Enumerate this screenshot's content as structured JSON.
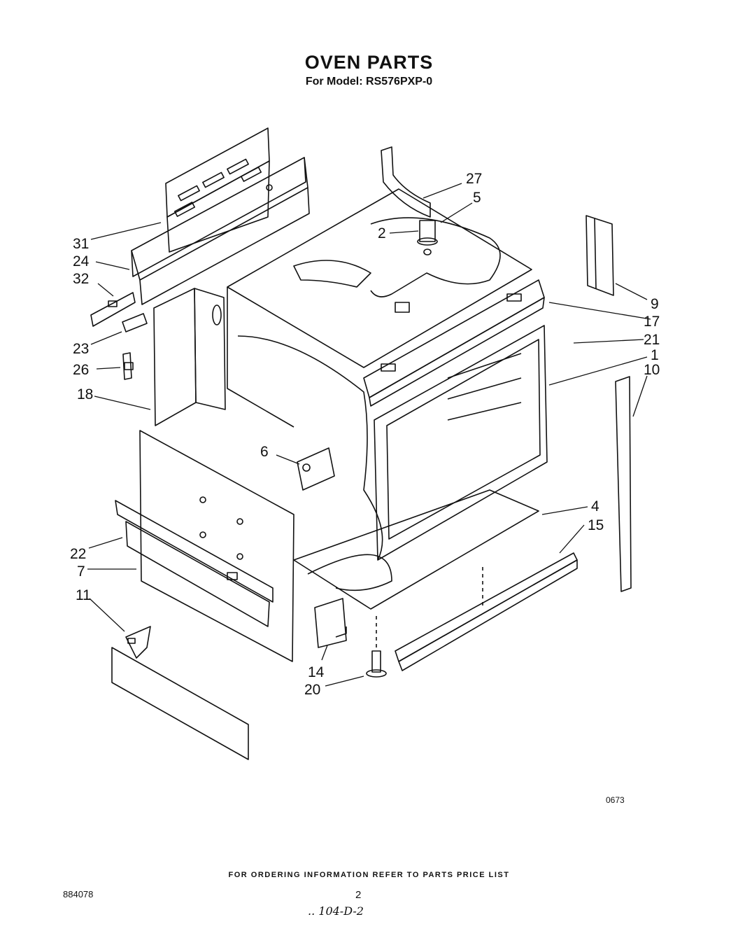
{
  "header": {
    "title": "OVEN PARTS",
    "subtitle": "For Model: RS576PXP-0"
  },
  "callouts": [
    {
      "num": "27"
    },
    {
      "num": "5"
    },
    {
      "num": "2"
    },
    {
      "num": "31"
    },
    {
      "num": "24"
    },
    {
      "num": "32"
    },
    {
      "num": "9"
    },
    {
      "num": "17"
    },
    {
      "num": "21"
    },
    {
      "num": "1"
    },
    {
      "num": "10"
    },
    {
      "num": "23"
    },
    {
      "num": "26"
    },
    {
      "num": "18"
    },
    {
      "num": "6"
    },
    {
      "num": "4"
    },
    {
      "num": "15"
    },
    {
      "num": "22"
    },
    {
      "num": "7"
    },
    {
      "num": "11"
    },
    {
      "num": "14"
    },
    {
      "num": "20"
    }
  ],
  "diagram_code": "0673",
  "footer": {
    "ordering_note": "FOR ORDERING INFORMATION REFER TO PARTS PRICE LIST",
    "doc_number": "884078",
    "page_number": "2",
    "handwritten": ".. 104-D-2"
  }
}
